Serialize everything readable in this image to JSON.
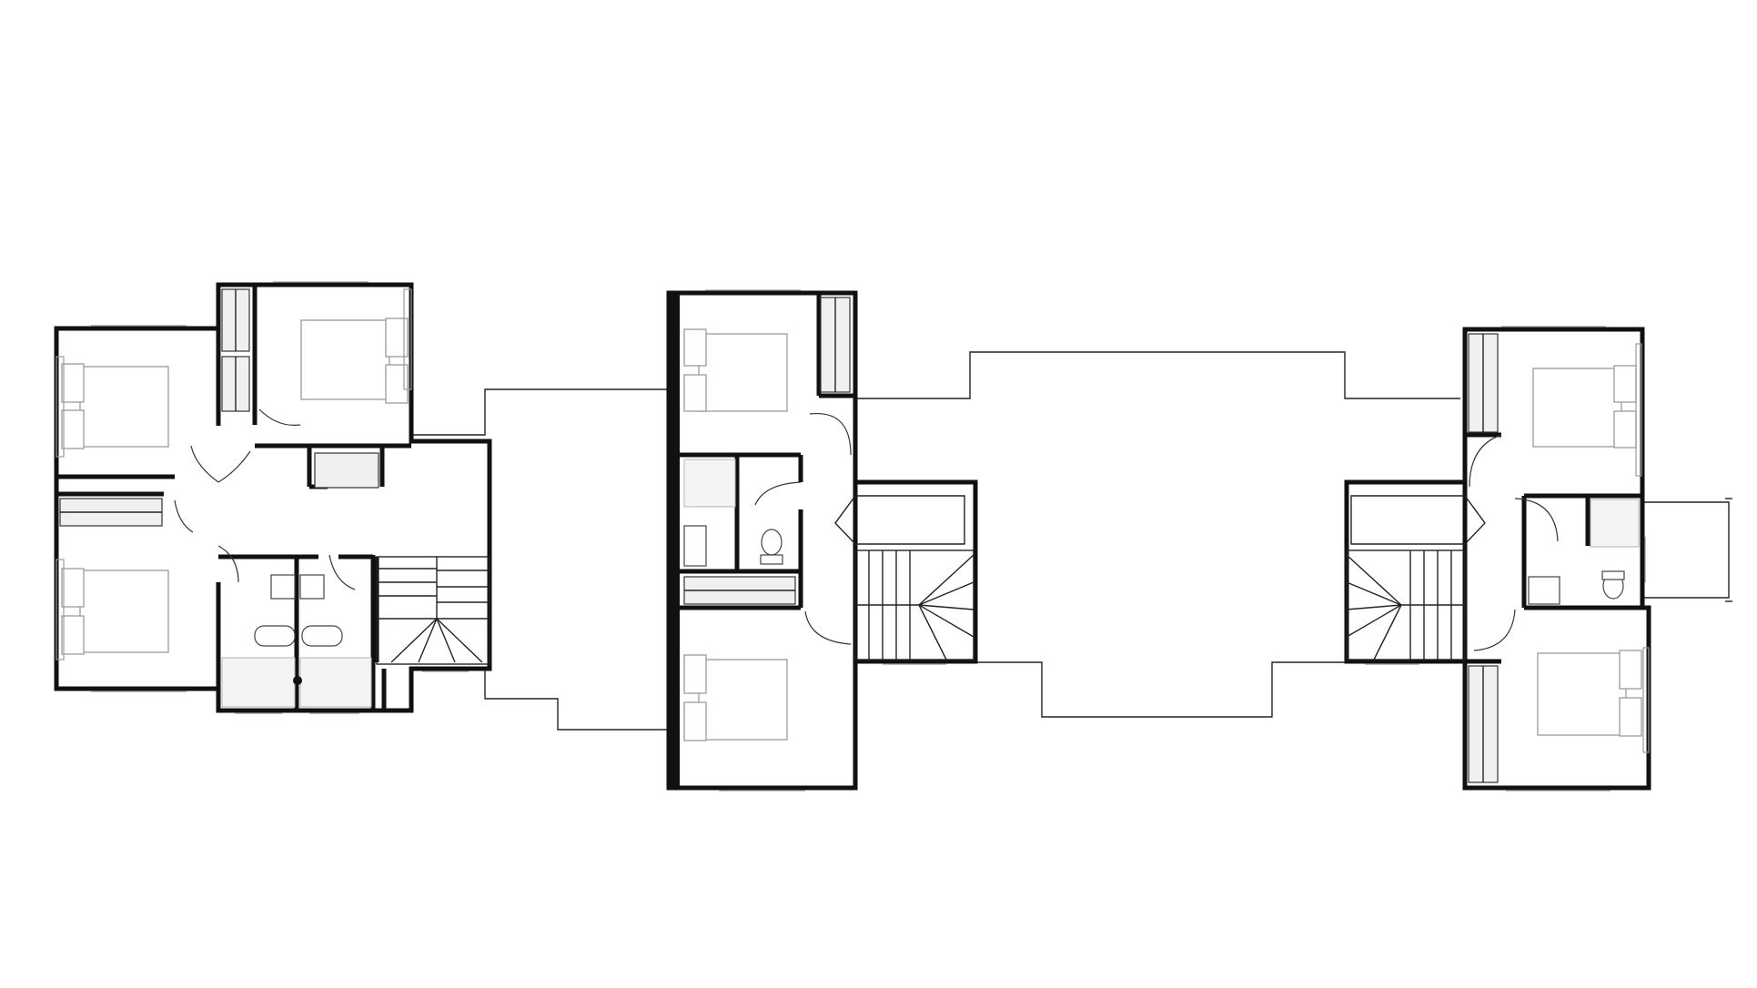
{
  "diagram": {
    "kind": "floor-plan",
    "units": [
      {
        "id": "left",
        "bedrooms": 3,
        "bathrooms": 2,
        "stairs": 1
      },
      {
        "id": "middle",
        "bedrooms": 2,
        "bathrooms": 1,
        "stairs": 1
      },
      {
        "id": "right",
        "bedrooms": 2,
        "bathrooms": 1,
        "stairs": 1
      }
    ],
    "colors": {
      "wall": "#111111",
      "fixture": "#9a9a9a",
      "tile": "#f4f4f4",
      "background": "#ffffff"
    }
  }
}
